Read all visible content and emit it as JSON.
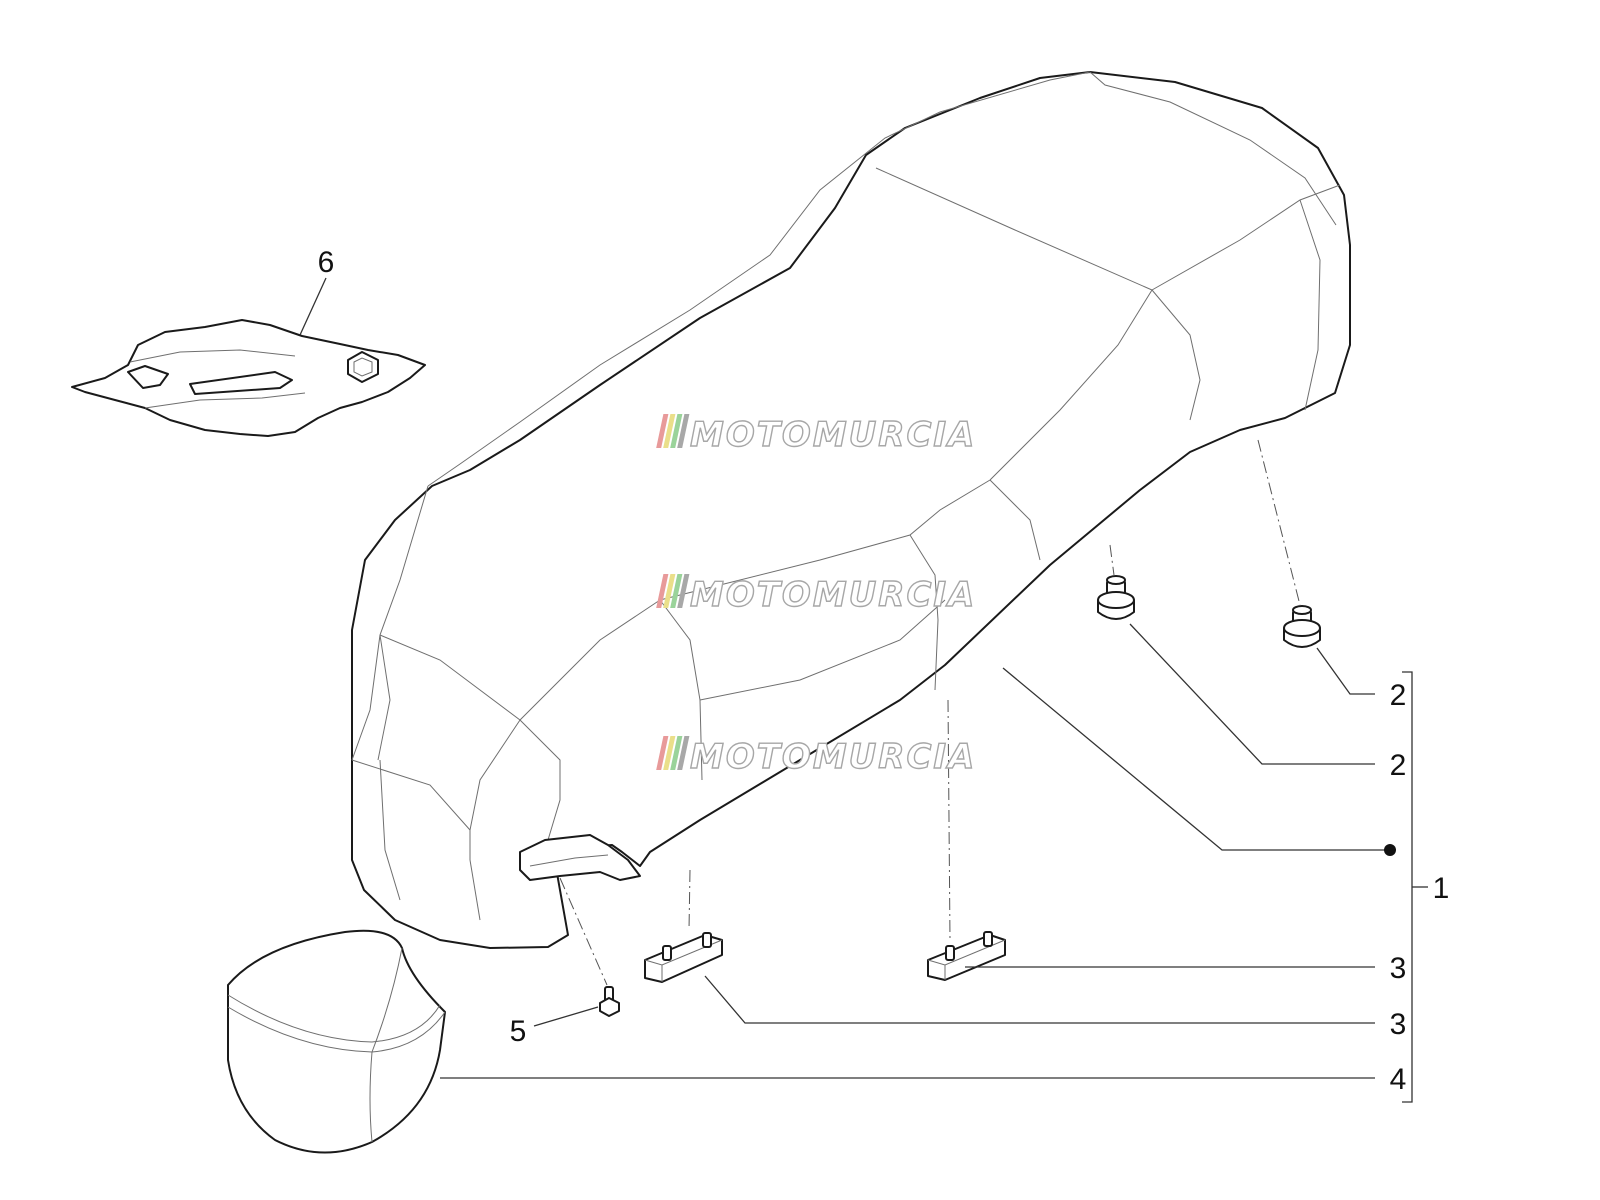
{
  "diagram": {
    "callouts": [
      {
        "id": "c6",
        "label": "6"
      },
      {
        "id": "c2a",
        "label": "2"
      },
      {
        "id": "c2b",
        "label": "2"
      },
      {
        "id": "c1",
        "label": "1"
      },
      {
        "id": "c3a",
        "label": "3"
      },
      {
        "id": "c3b",
        "label": "3"
      },
      {
        "id": "c4",
        "label": "4"
      },
      {
        "id": "c5",
        "label": "5"
      }
    ],
    "watermark": {
      "text": "MOTOMURCIA",
      "stripe_colors": [
        "#e89a9a",
        "#eadf8a",
        "#9ad39a",
        "#a8a8a8"
      ]
    },
    "parts": [
      "seat",
      "tool-kit",
      "rubber-buffer",
      "rubber-buffer",
      "support-bracket",
      "support-bracket",
      "helmet-liner",
      "screw"
    ]
  }
}
